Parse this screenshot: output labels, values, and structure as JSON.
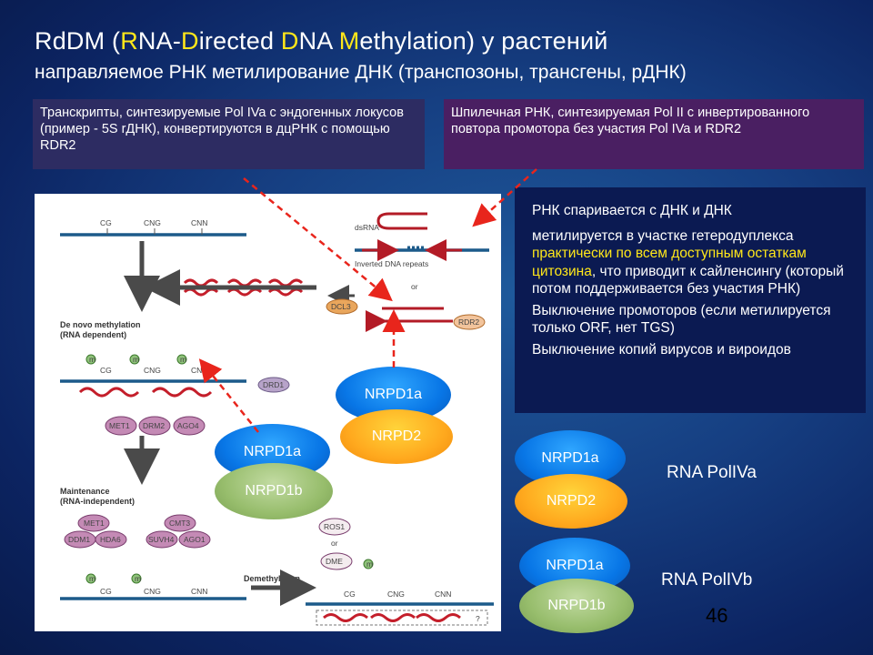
{
  "title": {
    "parts": [
      {
        "t": "RdDM (",
        "c": "w"
      },
      {
        "t": "R",
        "c": "y"
      },
      {
        "t": "NA-",
        "c": "w"
      },
      {
        "t": "D",
        "c": "y"
      },
      {
        "t": "irected ",
        "c": "w"
      },
      {
        "t": "D",
        "c": "y"
      },
      {
        "t": "NA ",
        "c": "w"
      },
      {
        "t": "M",
        "c": "y"
      },
      {
        "t": "ethylation) у растений",
        "c": "w"
      }
    ],
    "subtitle": "направляемое РНК метилирование ДНК (транспозоны, трансгены, рДНК)"
  },
  "boxes": {
    "left": "Транскрипты, синтезируемые Pol IVa с эндогенных локусов (пример - 5S rДНК), конвертируются в дцРНК с помощью RDR2",
    "right": "Шпилечная РНК, синтезируемая Pol II с инвертированного повтора промотора без участия Pol IVa и RDR2"
  },
  "panel": {
    "p1": "РНК спаривается с ДНК и ДНК",
    "p2a": "метилируется в участке гетеродуплекса ",
    "p2b": "практически по всем доступным остаткам цитозина",
    "p2c": ", что приводит к сайленсингу (который потом поддерживается без участия РНК)",
    "p3": "Выключение промоторов (если метилируется только ORF, нет TGS)",
    "p4": "Выключение копий вирусов и вироидов"
  },
  "figure": {
    "dsrna": "dsRNA",
    "inverted": "Inverted DNA repeats",
    "or": "or",
    "denovo": "De novo methylation",
    "rnadep": "(RNA dependent)",
    "maint": "Maintenance",
    "rnaind": "(RNA-independent)",
    "demeth": "Demethylation",
    "cg": "CG",
    "cng": "CNG",
    "cnn": "CNN",
    "m": "m",
    "q": "?",
    "proteins": {
      "dcl3": "DCL3",
      "rdr2": "RDR2",
      "drd1": "DRD1",
      "met1": "MET1",
      "drm2": "DRM2",
      "ago4": "AGO4",
      "met1b": "MET1",
      "ddm1": "DDM1",
      "hda6": "HDA6",
      "cmt3": "CMT3",
      "suvh4": "SUVH4",
      "ago1": "AGO1",
      "ros1": "ROS1",
      "dme": "DME"
    }
  },
  "subunits": {
    "nrpd1a": "NRPD1a",
    "nrpd2": "NRPD2",
    "nrpd1b": "NRPD1b"
  },
  "legend": {
    "pol4a": "RNA PolIVa",
    "pol4b": "RNA PolIVb"
  },
  "page_number": "46",
  "colors": {
    "accent_yellow": "#ffe71a",
    "dashed_arrow": "#e8251c",
    "dna_line": "#1c5a8a",
    "rna_wave": "#c41e2a",
    "protein_fill": "#c48ab5"
  }
}
